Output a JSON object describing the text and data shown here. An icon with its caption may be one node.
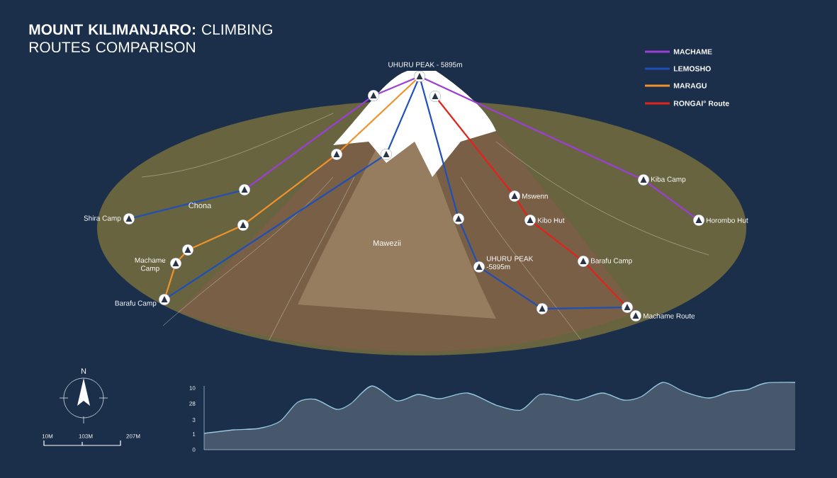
{
  "diagram": {
    "title": "**MOUNT KILIMANJARO:** CLIMBING ROUTES COMPARISON",
    "nodes": [
      {
        "text": [],
        "shape": "circle",
        "beside": [
          "UHURU PEAK - 5895m"
        ]
      },
      {
        "text": [],
        "shape": "circle"
      },
      {
        "text": [],
        "shape": "circle"
      },
      {
        "text": [],
        "shape": "circle"
      },
      {
        "text": [],
        "shape": "circle"
      },
      {
        "text": [],
        "shape": "circle"
      },
      {
        "text": [],
        "shape": "circle",
        "beside": [
          "Shira Camp"
        ]
      },
      {
        "text": [],
        "shape": "circle"
      },
      {
        "text": [],
        "shape": "circle"
      },
      {
        "text": [],
        "shape": "circle",
        "beside": [
          "Machame Camp"
        ]
      },
      {
        "text": [],
        "shape": "circle",
        "beside": [
          "Barafu Camp"
        ]
      },
      {
        "text": [],
        "shape": "circle"
      },
      {
        "text": [],
        "shape": "circle",
        "beside": [
          "UHURU PEAK -5895m"
        ]
      },
      {
        "text": [],
        "shape": "circle"
      },
      {
        "text": [],
        "shape": "circle"
      },
      {
        "text": [],
        "shape": "circle",
        "beside": [
          "Machame Route"
        ]
      },
      {
        "text": [],
        "shape": "circle",
        "beside": [
          "Mswenn"
        ]
      },
      {
        "text": [],
        "shape": "circle",
        "beside": [
          "Kibo Hut"
        ]
      },
      {
        "text": [],
        "shape": "circle",
        "beside": [
          "Barafu Camp"
        ]
      },
      {
        "text": [],
        "shape": "circle",
        "beside": [
          "Kiba Camp"
        ]
      },
      {
        "text": [],
        "shape": "circle",
        "beside": [
          "Horombo Hut"
        ]
      }
    ],
    "edges": [
      {
        "from": 5,
        "to": 1,
        "arrow": "none",
        "color": "#9b3fd6"
      },
      {
        "from": 1,
        "to": 0,
        "arrow": "none",
        "color": "#9b3fd6"
      },
      {
        "from": 0,
        "to": 19,
        "arrow": "none",
        "color": "#9b3fd6"
      },
      {
        "from": 19,
        "to": 20,
        "arrow": "none",
        "color": "#9b3fd6"
      },
      {
        "from": 6,
        "to": 5,
        "arrow": "none",
        "color": "#1f4fb8"
      },
      {
        "from": 10,
        "to": 4,
        "arrow": "none",
        "color": "#1f4fb8"
      },
      {
        "from": 4,
        "to": 0,
        "arrow": "none",
        "color": "#1f4fb8"
      },
      {
        "from": 0,
        "to": 11,
        "arrow": "none",
        "color": "#1f4fb8"
      },
      {
        "from": 11,
        "to": 12,
        "arrow": "none",
        "color": "#1f4fb8"
      },
      {
        "from": 12,
        "to": 13,
        "arrow": "none",
        "color": "#1f4fb8"
      },
      {
        "from": 13,
        "to": 14,
        "arrow": "none",
        "color": "#1f4fb8"
      },
      {
        "from": 10,
        "to": 9,
        "arrow": "none",
        "color": "#f0922b"
      },
      {
        "from": 9,
        "to": 8,
        "arrow": "none",
        "color": "#f0922b"
      },
      {
        "from": 8,
        "to": 7,
        "arrow": "none",
        "color": "#f0922b"
      },
      {
        "from": 7,
        "to": 3,
        "arrow": "none",
        "color": "#f0922b"
      },
      {
        "from": 3,
        "to": 0,
        "arrow": "none",
        "color": "#f0922b"
      },
      {
        "from": 2,
        "to": 16,
        "arrow": "none",
        "color": "#e3221b"
      },
      {
        "from": 16,
        "to": 17,
        "arrow": "none",
        "color": "#e3221b"
      },
      {
        "from": 17,
        "to": 18,
        "arrow": "none",
        "color": "#e3221b"
      },
      {
        "from": 18,
        "to": 14,
        "arrow": "none",
        "color": "#e3221b"
      }
    ],
    "labels": [
      "Chona",
      "Mawezii",
      "N",
      "10M",
      "103M",
      "207M",
      "10",
      "28",
      "3",
      "1",
      "0"
    ],
    "legend": [
      {
        "text": "MACHAME",
        "color": "#9b3fd6"
      },
      {
        "text": "LEMOSHO",
        "color": "#1f4fb8"
      },
      {
        "text": "MARAGU",
        "color": "#f0922b"
      },
      {
        "text": "RONGAI° Route",
        "color": "#e3221b"
      }
    ]
  }
}
